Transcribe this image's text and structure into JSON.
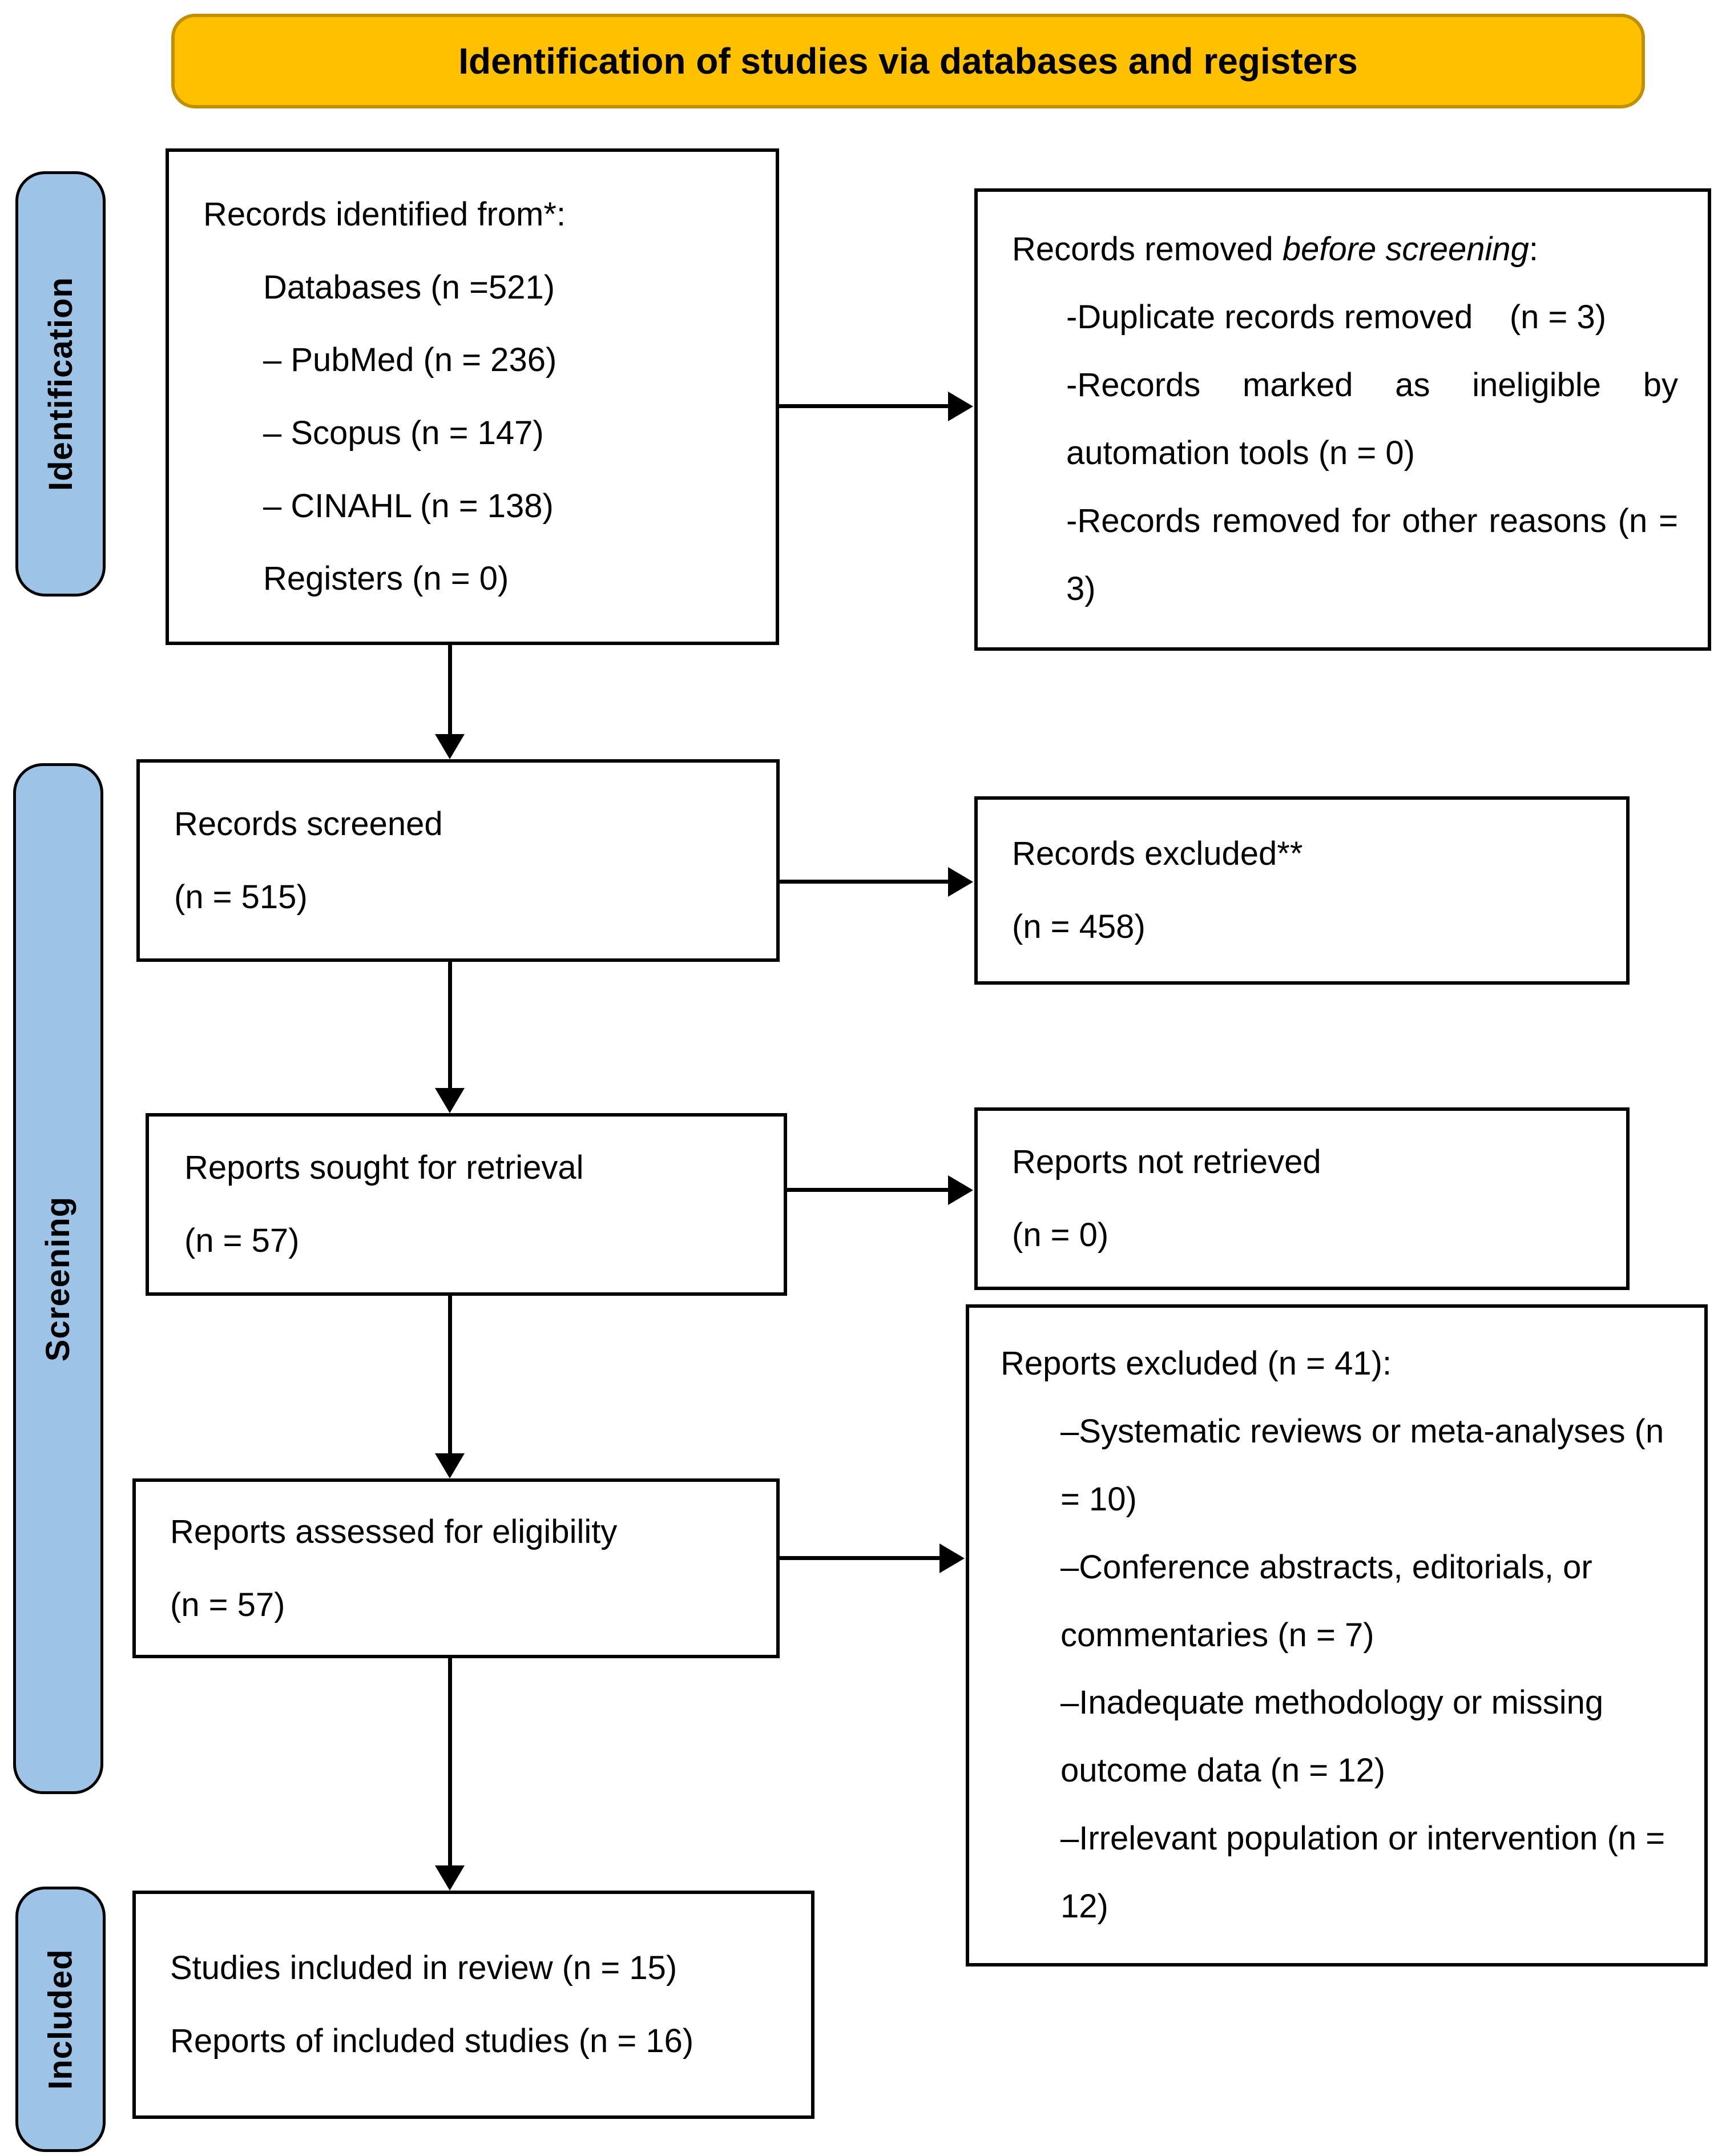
{
  "banner": {
    "title": "Identification of studies via databases and registers"
  },
  "colors": {
    "banner_fill": "#FFC000",
    "banner_border": "#BF9000",
    "stage_fill": "#9DC3E6",
    "box_border": "#000000"
  },
  "stages": {
    "identification": "Identification",
    "screening": "Screening",
    "included": "Included"
  },
  "boxes": {
    "identified": {
      "title": "Records identified from*:",
      "lines": [
        "Databases (n =521)",
        "– PubMed (n = 236)",
        "– Scopus (n = 147)",
        "– CINAHL (n = 138)",
        "Registers (n = 0)"
      ]
    },
    "removed": {
      "title_prefix": "Records removed ",
      "title_italic": "before screening",
      "title_suffix": ":",
      "lines": [
        "-Duplicate records removed    (n = 3)",
        "-Records marked as ineligible by automation tools (n = 0)",
        "-Records removed for other reasons (n = 3)"
      ]
    },
    "screened": {
      "line1": "Records screened",
      "line2": "(n = 515)"
    },
    "excluded": {
      "line1": "Records excluded**",
      "line2": "(n = 458)"
    },
    "sought": {
      "line1": "Reports sought for retrieval",
      "line2": "(n = 57)"
    },
    "not_retrieved": {
      "line1": "Reports not retrieved",
      "line2": "(n = 0)"
    },
    "assessed": {
      "line1": "Reports assessed for eligibility",
      "line2": "(n = 57)"
    },
    "reports_excluded": {
      "title": "Reports excluded (n = 41):",
      "lines": [
        "–Systematic reviews or meta-analyses (n = 10)",
        "–Conference abstracts, editorials, or commentaries (n = 7)",
        "–Inadequate methodology or missing outcome data (n = 12)",
        "–Irrelevant population or intervention (n = 12)"
      ]
    },
    "included_studies": {
      "line1": "Studies included in review (n = 15)",
      "line2": "Reports of included studies (n = 16)"
    }
  }
}
